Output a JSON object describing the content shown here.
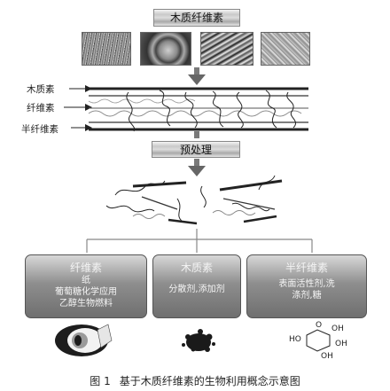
{
  "top_banner": {
    "label": "木质纤维素"
  },
  "structure_labels": {
    "lignin": "木质素",
    "cellulose": "纤维素",
    "hemicellulose": "半纤维素"
  },
  "pretreatment_banner": {
    "label": "预处理"
  },
  "boxes": {
    "cellulose": {
      "title": "纤维素",
      "line1": "纸",
      "line2": "葡萄糖化学应用",
      "line3": "乙醇生物燃料"
    },
    "lignin": {
      "title": "木质素",
      "line1": "分散剂,添加剂"
    },
    "hemicellulose": {
      "title": "半纤维素",
      "line1": "表面活性剂,洗",
      "line2": "涤剂,糖"
    }
  },
  "chemical": {
    "ho": "HO",
    "o": "O",
    "oh_top": "OH",
    "oh_right": "OH",
    "oh_bottom": "OH"
  },
  "caption": {
    "figure_no": "图 1",
    "text": "基于木质纤维素的生物利用概念示意图"
  },
  "colors": {
    "box_dark": "#6f6f6f",
    "banner_gray": "#c9c9c9",
    "fiber_dark": "#222222"
  }
}
